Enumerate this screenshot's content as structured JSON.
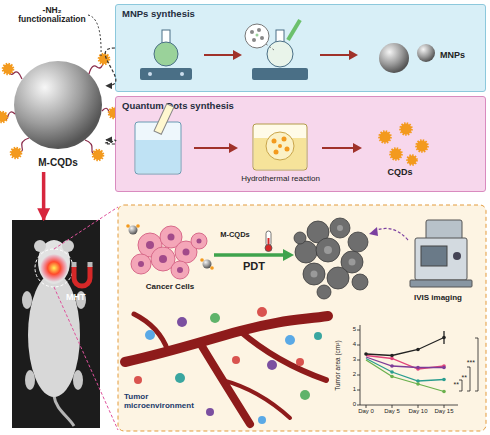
{
  "diagram": {
    "nodes": [
      {
        "text": [
          "M-CQDs"
        ]
      },
      {
        "text": [
          "MNPs synthesis"
        ]
      },
      {
        "text": [
          "Quantum Dots synthesis"
        ]
      },
      {
        "text": [
          "MHT"
        ]
      }
    ],
    "edges": [
      {
        "from": 1,
        "to": 0,
        "arrow": "to"
      },
      {
        "from": 2,
        "to": 0,
        "arrow": "to"
      },
      {
        "from": 0,
        "to": 3,
        "arrow": "to"
      }
    ],
    "labels": [
      "-NH₂ functionalization",
      "MNPs",
      "Hydrothermal reaction",
      "CQDs",
      "M-CQDs",
      "Cancer Cells",
      "PDT",
      "IVIS imaging",
      "Tumor microenvironment",
      "Tumor area (cm²)",
      "5",
      "4",
      "3",
      "2",
      "1",
      "0",
      "Day 0",
      "Day 5",
      "Day 10",
      "Day 15",
      "**",
      "**",
      "***"
    ]
  }
}
